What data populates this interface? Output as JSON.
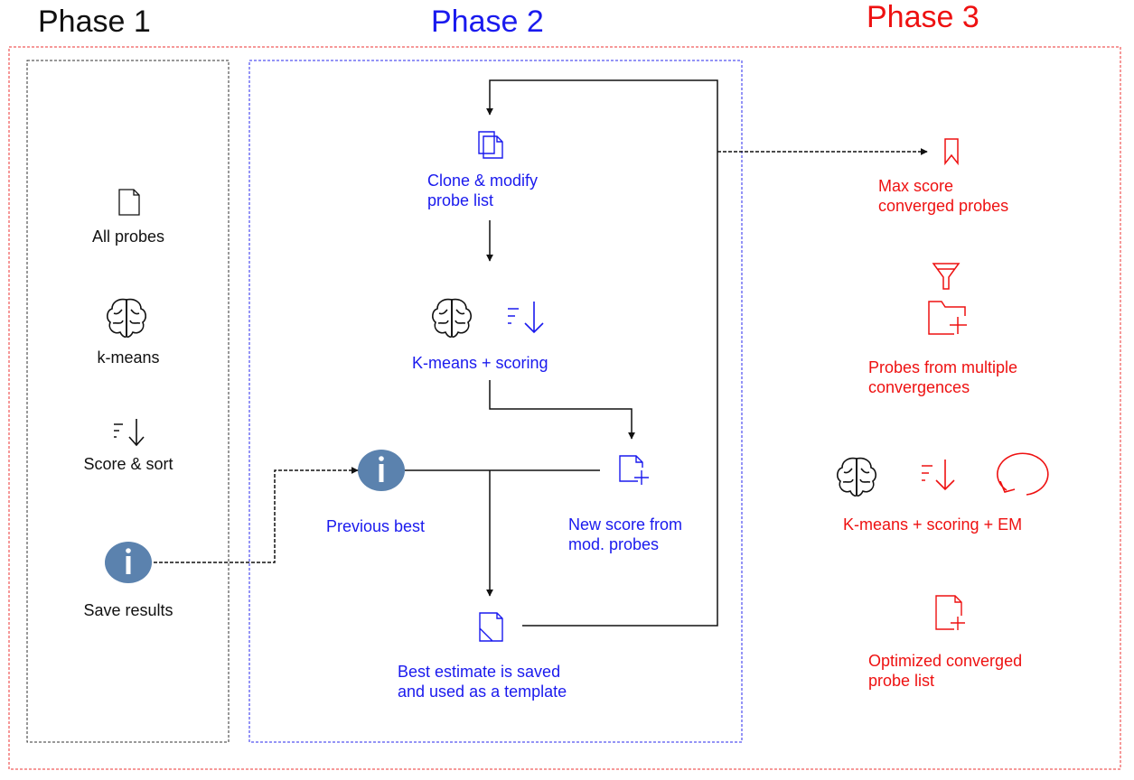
{
  "colors": {
    "phase1": "#111111",
    "phase2": "#1a1aee",
    "phase3": "#ee1111",
    "info_badge": "#5b82ae"
  },
  "phase1": {
    "title": "Phase 1",
    "steps": {
      "all_probes": "All probes",
      "kmeans": "k-means",
      "score_sort": "Score & sort",
      "save_results": "Save results"
    }
  },
  "phase2": {
    "title": "Phase 2",
    "steps": {
      "clone_modify": "Clone & modify\nprobe list",
      "kmeans_scoring": "K-means + scoring",
      "previous_best": "Previous best",
      "new_score": "New score from\nmod. probes",
      "best_estimate": "Best estimate is saved\nand used as a template"
    }
  },
  "phase3": {
    "title": "Phase 3",
    "steps": {
      "max_score": "Max score\nconverged probes",
      "multi_conv": "Probes from multiple\nconvergences",
      "kmeans_em": "K-means + scoring + EM",
      "optimized": "Optimized converged\nprobe list"
    }
  },
  "icons": [
    "document-icon",
    "brain-icon",
    "sort-descending-icon",
    "info-icon",
    "copy-icon",
    "file-add-icon",
    "file-crop-icon",
    "bookmark-icon",
    "filter-icon",
    "folder-add-icon",
    "cycle-icon"
  ]
}
